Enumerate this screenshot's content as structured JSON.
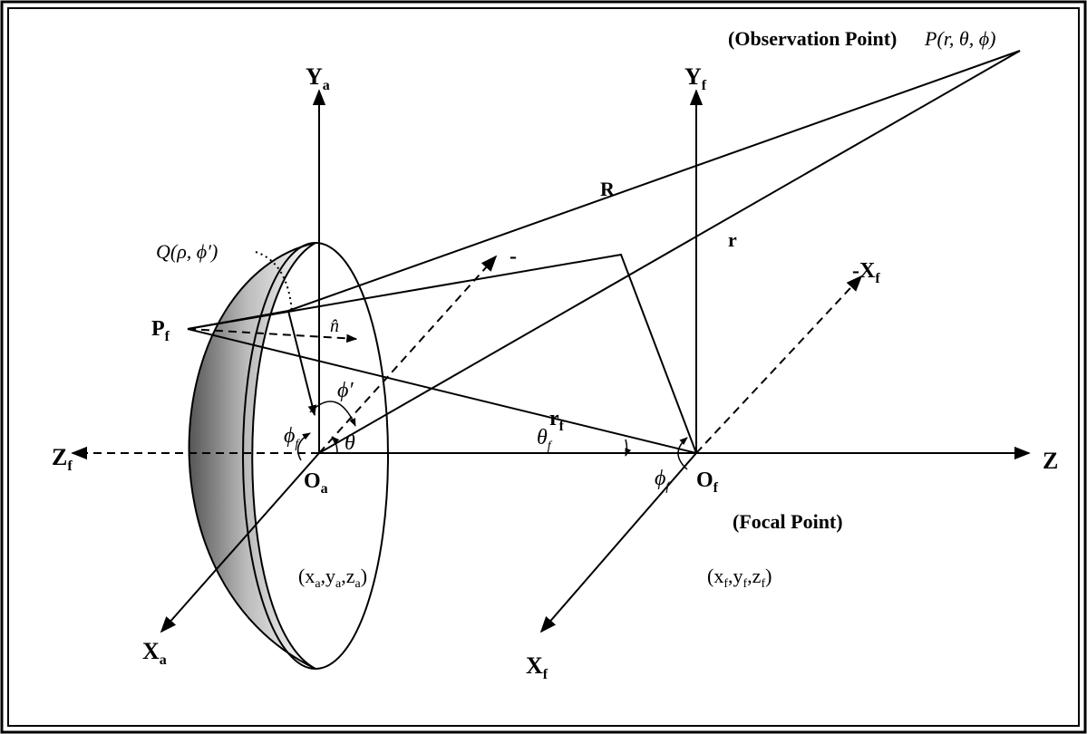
{
  "labels": {
    "observation_point": "(Observation Point)",
    "observation_coords": "P(r, θ, ϕ)",
    "focal_point": "(Focal Point)",
    "axis_ya": "Y",
    "axis_ya_sub": "a",
    "axis_yf": "Y",
    "axis_yf_sub": "f",
    "axis_zf": "Z",
    "axis_zf_sub": "f",
    "axis_z": "Z",
    "axis_xa": "X",
    "axis_xa_sub": "a",
    "axis_xf": "X",
    "axis_xf_sub": "f",
    "axis_neg_xf": "-X",
    "axis_neg_xf_sub": "f",
    "origin_a": "O",
    "origin_a_sub": "a",
    "origin_f": "O",
    "origin_f_sub": "f",
    "point_pf": "P",
    "point_pf_sub": "f",
    "point_q": "Q(ρ, ϕ′)",
    "vec_r_big": "R",
    "vec_r": "r",
    "vec_rf": "r",
    "vec_rf_sub": "f",
    "minus_sign": "-",
    "normal": "n̂",
    "phi_prime": "ϕ′",
    "phi_f_left": "ϕ",
    "phi_f_left_sub": "f",
    "theta": "θ",
    "theta_f": "θ",
    "theta_f_sub": "f",
    "phi_f_right": "ϕ",
    "phi_f_right_sub": "f",
    "coords_a": "(x",
    "coords_a_s1": "a",
    "coords_a_m1": ",y",
    "coords_a_s2": "a",
    "coords_a_m2": ",z",
    "coords_a_s3": "a",
    "coords_a_end": ")",
    "coords_f": "(x",
    "coords_f_s1": "f",
    "coords_f_m1": ",y",
    "coords_f_s2": "f",
    "coords_f_m2": ",z",
    "coords_f_s3": "f",
    "coords_f_end": ")"
  }
}
